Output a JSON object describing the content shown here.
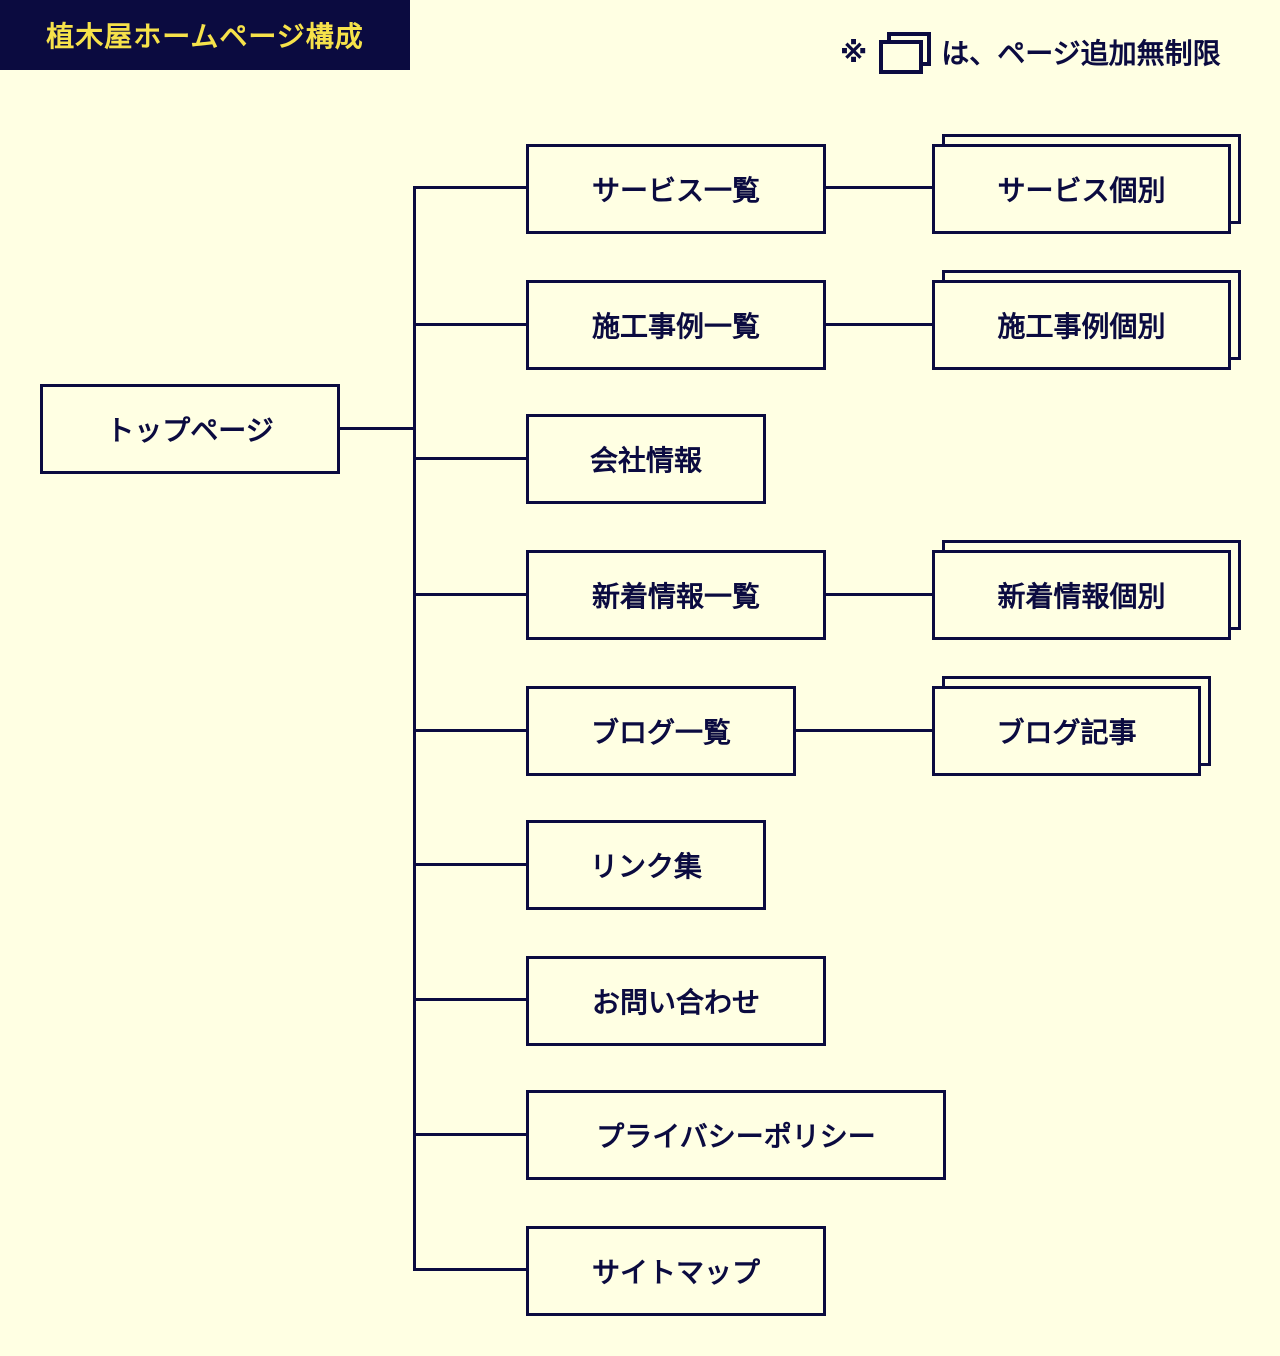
{
  "title": "植木屋ホームページ構成",
  "note": {
    "prefix": "※",
    "icon": "stacked-pages-icon",
    "text": "は、ページ追加無制限"
  },
  "root": {
    "label": "トップページ"
  },
  "pages": [
    {
      "label": "サービス一覧",
      "child": "サービス個別"
    },
    {
      "label": "施工事例一覧",
      "child": "施工事例個別"
    },
    {
      "label": "会社情報"
    },
    {
      "label": "新着情報一覧",
      "child": "新着情報個別"
    },
    {
      "label": "ブログ一覧",
      "child": "ブログ記事"
    },
    {
      "label": "リンク集"
    },
    {
      "label": "お問い合わせ"
    },
    {
      "label": "プライバシーポリシー"
    },
    {
      "label": "サイトマップ"
    }
  ],
  "colors": {
    "background": "#FFFFE3",
    "ink": "#0B0B40",
    "title_text": "#F6E24A"
  }
}
